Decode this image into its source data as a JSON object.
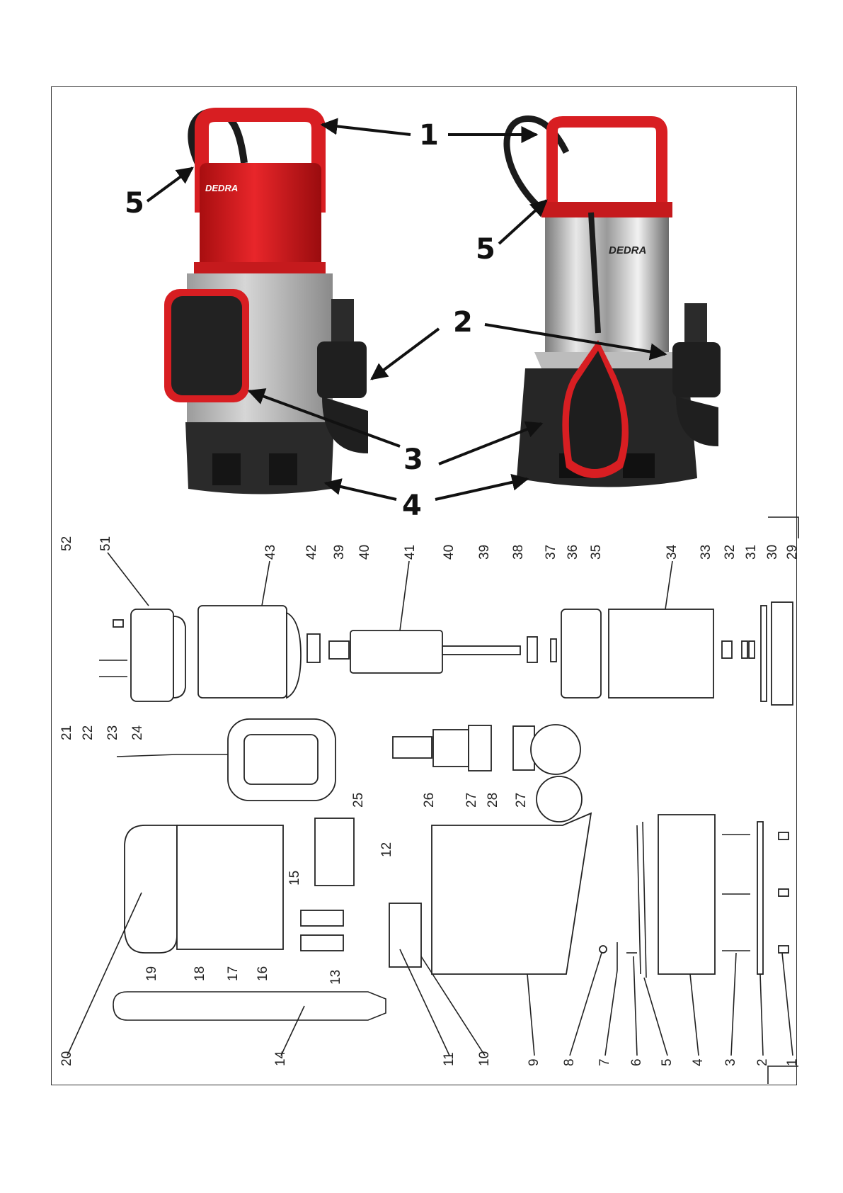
{
  "brand": "DEDRA",
  "callouts": [
    "1",
    "2",
    "3",
    "4",
    "5"
  ],
  "parts": {
    "top": [
      "52",
      "51",
      "43",
      "42",
      "39",
      "40",
      "41",
      "40",
      "39",
      "38",
      "37",
      "36",
      "35",
      "34",
      "33",
      "32",
      "31",
      "30",
      "29"
    ],
    "bolts": [
      "21",
      "22",
      "23",
      "24"
    ],
    "middle": [
      "25",
      "26",
      "27",
      "28",
      "27"
    ],
    "lower_left": [
      "20",
      "19",
      "18",
      "17",
      "16",
      "15",
      "14",
      "13",
      "12",
      "11",
      "10"
    ],
    "lower_right": [
      "9",
      "8",
      "7",
      "6",
      "5",
      "4",
      "3",
      "2",
      "1"
    ]
  }
}
